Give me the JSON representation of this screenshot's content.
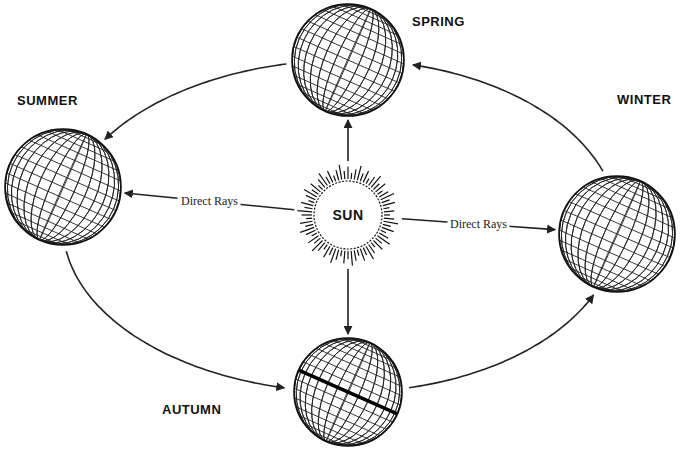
{
  "diagram": {
    "nodes": [
      {
        "text": [
          "SPRING"
        ]
      },
      {
        "text": [
          "SUMMER"
        ]
      },
      {
        "text": [
          "SUN"
        ]
      },
      {
        "text": [
          "WINTER"
        ]
      },
      {
        "text": [
          "AUTUMN"
        ]
      }
    ],
    "edges": [
      {
        "from": 0,
        "to": 1,
        "arrow": "to"
      },
      {
        "from": 1,
        "to": 4,
        "arrow": "to"
      },
      {
        "from": 4,
        "to": 3,
        "arrow": "to"
      },
      {
        "from": 3,
        "to": 0,
        "arrow": "to"
      },
      {
        "from": 2,
        "to": 1,
        "label": "Direct Rays",
        "arrow": "to"
      },
      {
        "from": 2,
        "to": 3,
        "label": "Direct Rays",
        "arrow": "to"
      },
      {
        "from": 2,
        "to": 0,
        "arrow": "to"
      },
      {
        "from": 2,
        "to": 4,
        "arrow": "to"
      }
    ]
  }
}
